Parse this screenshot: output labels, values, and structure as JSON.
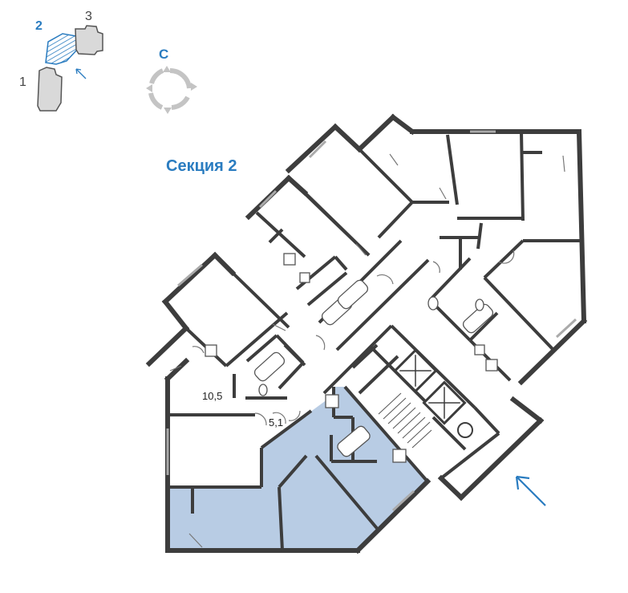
{
  "section": {
    "title": "Секция 2"
  },
  "key_map": {
    "sections": [
      {
        "number": "1",
        "color": "#444444"
      },
      {
        "number": "2",
        "color": "#2a7cc0"
      },
      {
        "number": "3",
        "color": "#444444"
      }
    ],
    "highlight_color": "#2a7cc0"
  },
  "compass": {
    "north_label": "С"
  },
  "rooms": {
    "kitchen_area": "10,5",
    "hall_area": "5,1"
  },
  "colors": {
    "highlight_fill": "#b8cce4",
    "wall": "#3d3d3d",
    "accent": "#2a7cc0"
  },
  "icons": [
    "entrance-arrow-icon",
    "compass-icon",
    "elevator-icon",
    "staircase-icon"
  ]
}
